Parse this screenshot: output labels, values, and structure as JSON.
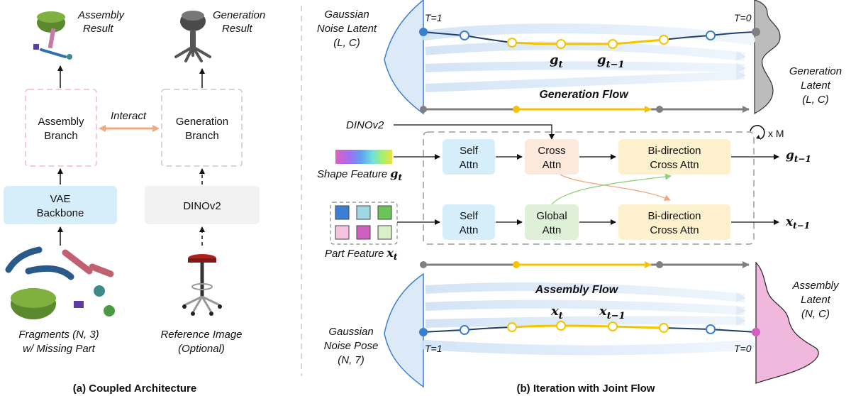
{
  "left": {
    "assembly_result": [
      "Assembly",
      "Result"
    ],
    "generation_result": [
      "Generation",
      "Result"
    ],
    "assembly_branch": [
      "Assembly",
      "Branch"
    ],
    "generation_branch": [
      "Generation",
      "Branch"
    ],
    "interact": "Interact",
    "vae_backbone": [
      "VAE",
      "Backbone"
    ],
    "dinov2": "DINOv2",
    "fragments": [
      "Fragments (N, 3)",
      "w/ Missing Part"
    ],
    "reference_image": [
      "Reference Image",
      "(Optional)"
    ],
    "caption": "(a) Coupled Architecture"
  },
  "right": {
    "gaussian_noise_latent": [
      "Gaussian",
      "Noise Latent",
      "(L, C)"
    ],
    "generation_latent": [
      "Generation",
      "Latent",
      "(L, C)"
    ],
    "t1_top": "T=1",
    "t0_top": "T=0",
    "g_t": "g",
    "g_t_sub": "t",
    "g_t1_sub": "t−1",
    "generation_flow": "Generation Flow",
    "dinov2": "DINOv2",
    "repeat": "x M",
    "shape_feature": "Shape Feature",
    "part_feature": "Part Feature",
    "self_attn": [
      "Self",
      "Attn"
    ],
    "cross_attn": [
      "Cross",
      "Attn"
    ],
    "global_attn": [
      "Global",
      "Attn"
    ],
    "bidir_cross_attn": [
      "Bi-direction",
      "Cross Attn"
    ],
    "out_g": "g",
    "out_g_sub": "t−1",
    "out_x": "x",
    "out_x_sub": "t−1",
    "assembly_flow": "Assembly Flow",
    "x_t": "x",
    "x_t_sub": "t",
    "x_t1_sub": "t−1",
    "gaussian_noise_pose": [
      "Gaussian",
      "Noise Pose",
      "(N, 7)"
    ],
    "assembly_latent": [
      "Assembly",
      "Latent",
      "(N, C)"
    ],
    "t1_bottom": "T=1",
    "t0_bottom": "T=0",
    "caption": "(b) Iteration with Joint Flow"
  },
  "colors": {
    "blue_box": "#d6eefa",
    "orange_box": "#fde8dc",
    "green_box": "#dff0d8",
    "yellow_box": "#fdf0cc",
    "gray_box": "#f2f2f2",
    "pink_dash": "#f2b8d6",
    "gray_dash": "#c8c8c8",
    "flow_yellow": "#f5c400",
    "flow_gray": "#808080",
    "node_blue": "#3a7fd0",
    "gen_gray": "#b8b8b8",
    "asm_pink": "#f0b8dc"
  },
  "part_swatches": [
    "#3b7fd4",
    "#9fd8e0",
    "#6cc35a",
    "#f5c2e0",
    "#d060c0",
    "#d8f0c8"
  ]
}
